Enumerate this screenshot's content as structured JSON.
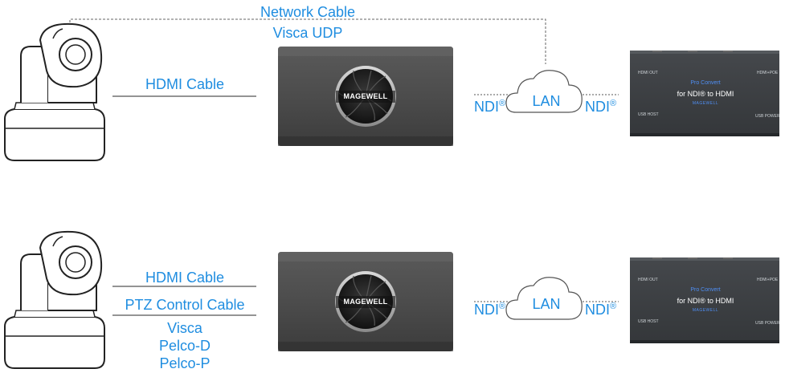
{
  "top_row": {
    "network_cable_label": "Network Cable",
    "visca_udp_label": "Visca UDP",
    "hdmi_cable_label": "HDMI Cable",
    "encoder_brand": "MAGEWELL",
    "ndi_left": "NDI",
    "lan_label": "LAN",
    "ndi_right": "NDI",
    "ndi_mark": "®",
    "decoder": {
      "title": "Pro Convert",
      "subtitle": "for NDI® to HDMI",
      "brand": "MAGEWELL",
      "port_hdmi_out": "HDMI OUT",
      "port_hdmi_poe": "HDMI+POE",
      "port_usb_host": "USB HOST",
      "port_usb_power": "USB POWER"
    }
  },
  "bottom_row": {
    "hdmi_cable_label": "HDMI Cable",
    "ptz_cable_label": "PTZ Control Cable",
    "protocols": [
      "Visca",
      "Pelco-D",
      "Pelco-P"
    ],
    "encoder_brand": "MAGEWELL",
    "ndi_left": "NDI",
    "lan_label": "LAN",
    "ndi_right": "NDI",
    "ndi_mark": "®",
    "decoder": {
      "title": "Pro Convert",
      "subtitle": "for NDI® to HDMI",
      "brand": "MAGEWELL",
      "port_hdmi_out": "HDMI OUT",
      "port_hdmi_poe": "HDMI+POE",
      "port_usb_host": "USB HOST",
      "port_usb_power": "USB POWER"
    }
  },
  "colors": {
    "label_blue": "#1f8de0",
    "device_gray": "#4a4a4a",
    "decoder_dark": "#3c3f43",
    "line_gray": "#555555"
  }
}
